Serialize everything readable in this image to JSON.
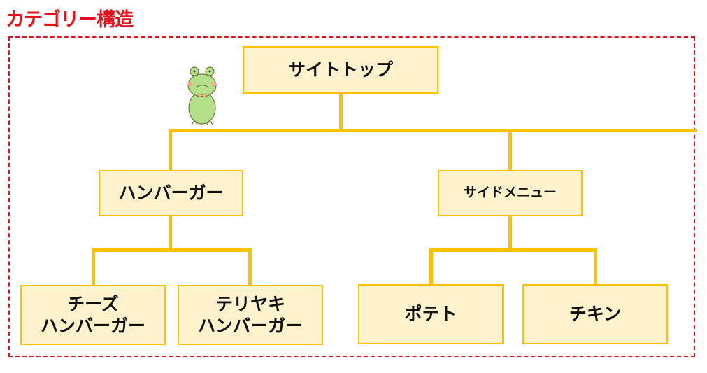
{
  "title": "カテゴリー構造",
  "colors": {
    "accent": "#e8101a",
    "line": "#ffc000",
    "box_fill": "#fff2cc"
  },
  "nodes": {
    "top": "サイトトップ",
    "hamburger": "ハンバーガー",
    "side_menu": "サイドメニュー",
    "cheese": "チーズ\nハンバーガー",
    "teriyaki": "テリヤキ\nハンバーガー",
    "potato": "ポテト",
    "chicken": "チキン"
  },
  "decoration": "frog-illustration"
}
